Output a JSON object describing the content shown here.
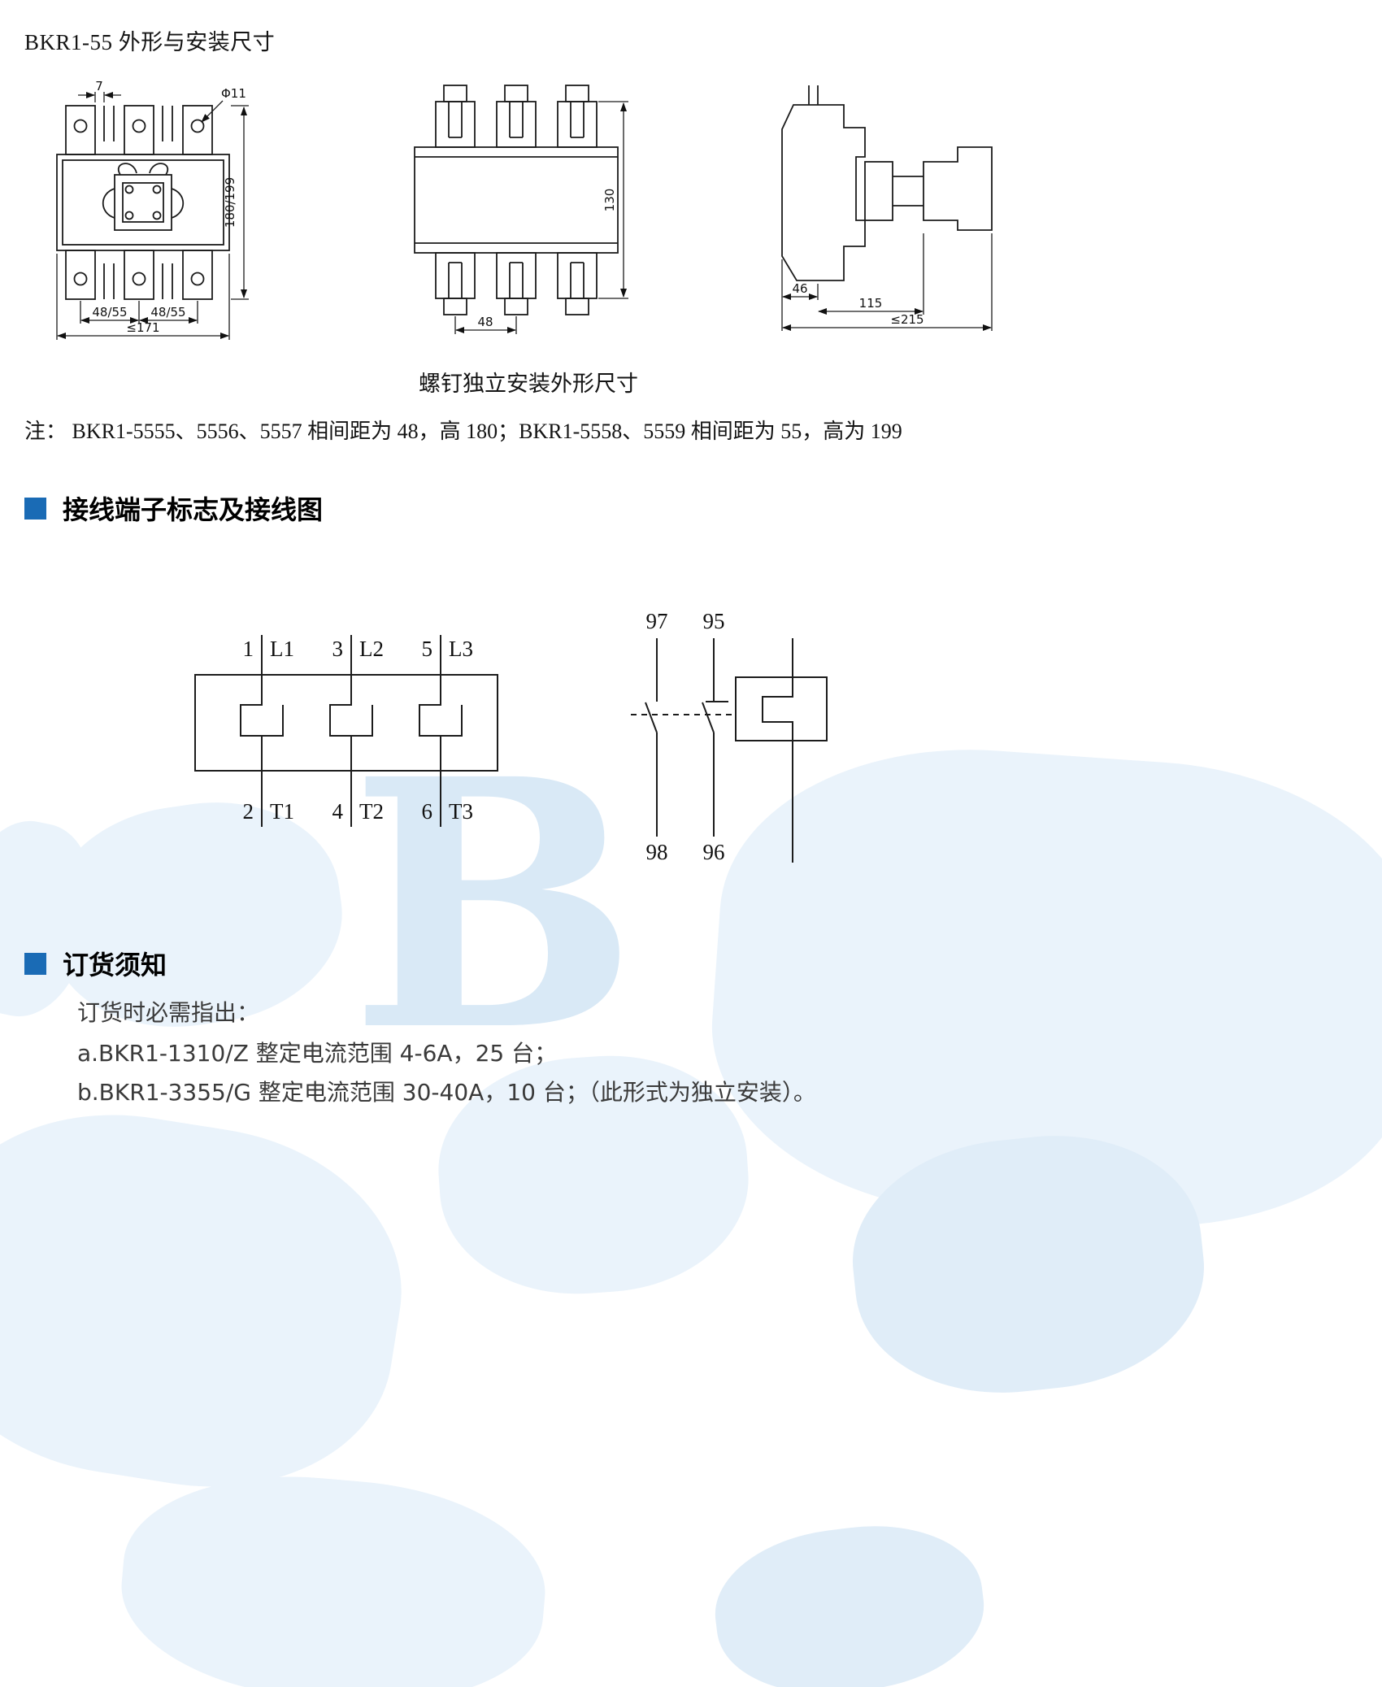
{
  "colors": {
    "accent_blue": "#1a6bb5",
    "map_blue": "#eaf3fb",
    "line": "#1c1c1c"
  },
  "watermark": "B",
  "header": {
    "title": "BKR1-55 外形与安装尺寸"
  },
  "outline_drawings": {
    "caption": "螺钉独立安装外形尺寸",
    "note": "注： BKR1-5555、5556、5557 相间距为 48，高 180；BKR1-5558、5559 相间距为 55，高为 199",
    "front_view": {
      "dim_slot_width": "7",
      "dim_hole": "Φ11",
      "dim_height": "180/199",
      "dim_pitch_left": "48/55",
      "dim_pitch_right": "48/55",
      "dim_width": "≤171"
    },
    "top_view": {
      "dim_height": "130",
      "dim_pitch": "48"
    },
    "side_view": {
      "dim_foot": "46",
      "dim_depth": "115",
      "dim_width": "≤215"
    }
  },
  "sections": {
    "wiring": {
      "title": "接线端子标志及接线图"
    },
    "ordering": {
      "title": "订货须知"
    }
  },
  "wiring_diagram": {
    "poles": [
      {
        "top_num": "1",
        "top_label": "L1",
        "bottom_num": "2",
        "bottom_label": "T1"
      },
      {
        "top_num": "3",
        "top_label": "L2",
        "bottom_num": "4",
        "bottom_label": "T2"
      },
      {
        "top_num": "5",
        "top_label": "L3",
        "bottom_num": "6",
        "bottom_label": "T3"
      }
    ],
    "aux": {
      "no_top": "97",
      "nc_top": "95",
      "no_bottom": "98",
      "nc_bottom": "96"
    }
  },
  "ordering": {
    "intro": "订货时必需指出：",
    "items": [
      "a.BKR1-1310/Z 整定电流范围 4-6A，25 台；",
      "b.BKR1-3355/G 整定电流范围 30-40A，10 台；（此形式为独立安装）。"
    ]
  }
}
